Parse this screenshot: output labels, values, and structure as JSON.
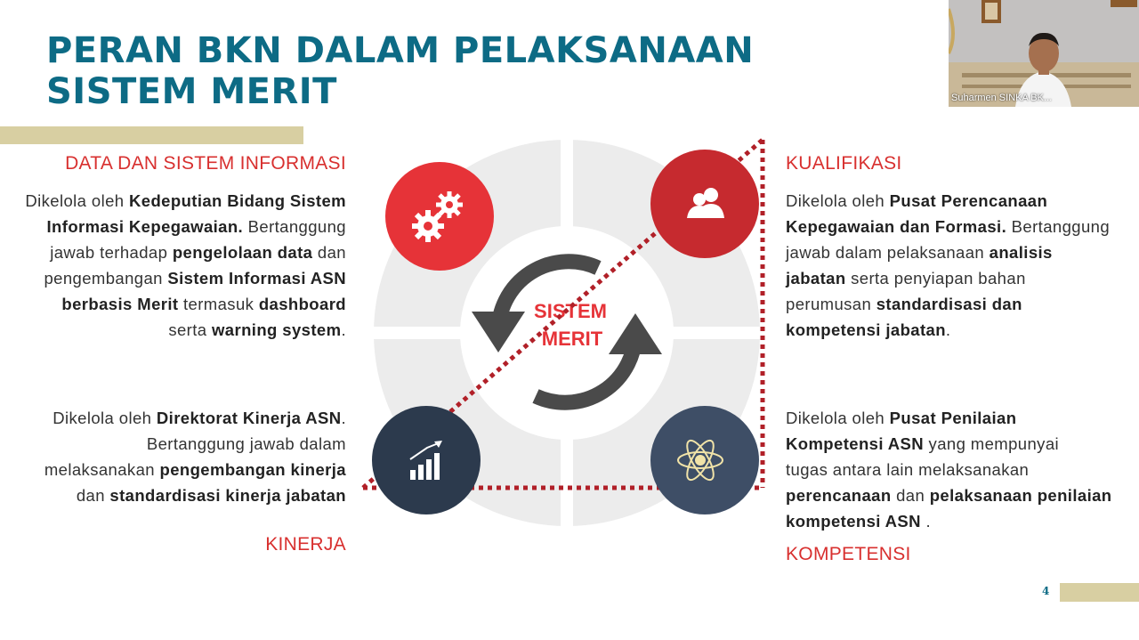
{
  "slide": {
    "title_line1": "PERAN BKN DALAM PELAKSANAAN",
    "title_line2": "SISTEM MERIT",
    "page_number": "4",
    "center_label_line1": "SISTEM",
    "center_label_line2": "MERIT"
  },
  "sections": {
    "data_sistem_informasi": {
      "heading": "DATA DAN SISTEM INFORMASI",
      "lines": [
        [
          {
            "t": "Dikelola oleh ",
            "b": false
          },
          {
            "t": "Kedeputian Bidang Sistem",
            "b": true
          }
        ],
        [
          {
            "t": "Informasi Kepegawaian.",
            "b": true
          },
          {
            "t": " Bertanggung",
            "b": false
          }
        ],
        [
          {
            "t": "jawab terhadap ",
            "b": false
          },
          {
            "t": "pengelolaan data",
            "b": true
          },
          {
            "t": " dan",
            "b": false
          }
        ],
        [
          {
            "t": "pengembangan ",
            "b": false
          },
          {
            "t": "Sistem Informasi ASN",
            "b": true
          }
        ],
        [
          {
            "t": "berbasis Merit",
            "b": true
          },
          {
            "t": " termasuk ",
            "b": false
          },
          {
            "t": "dashboard",
            "b": true
          }
        ],
        [
          {
            "t": "serta ",
            "b": false
          },
          {
            "t": "warning system",
            "b": true
          },
          {
            "t": ".",
            "b": false
          }
        ]
      ]
    },
    "kualifikasi": {
      "heading": "KUALIFIKASI",
      "lines": [
        [
          {
            "t": "Dikelola oleh ",
            "b": false
          },
          {
            "t": "Pusat Perencanaan",
            "b": true
          }
        ],
        [
          {
            "t": "Kepegawaian dan Formasi.",
            "b": true
          },
          {
            "t": " Bertanggung",
            "b": false
          }
        ],
        [
          {
            "t": "jawab dalam pelaksanaan ",
            "b": false
          },
          {
            "t": "analisis",
            "b": true
          }
        ],
        [
          {
            "t": "jabatan",
            "b": true
          },
          {
            "t": " serta penyiapan bahan",
            "b": false
          }
        ],
        [
          {
            "t": "perumusan ",
            "b": false
          },
          {
            "t": "standardisasi dan",
            "b": true
          }
        ],
        [
          {
            "t": "kompetensi jabatan",
            "b": true
          },
          {
            "t": ".",
            "b": false
          }
        ]
      ]
    },
    "kinerja": {
      "heading": "KINERJA",
      "lines": [
        [
          {
            "t": "Dikelola oleh ",
            "b": false
          },
          {
            "t": "Direktorat Kinerja ASN",
            "b": true
          },
          {
            "t": ".",
            "b": false
          }
        ],
        [
          {
            "t": "Bertanggung jawab dalam",
            "b": false
          }
        ],
        [
          {
            "t": "melaksanakan ",
            "b": false
          },
          {
            "t": "pengembangan kinerja",
            "b": true
          }
        ],
        [
          {
            "t": "dan ",
            "b": false
          },
          {
            "t": "standardisasi kinerja jabatan",
            "b": true
          }
        ]
      ]
    },
    "kompetensi": {
      "heading": "KOMPETENSI",
      "lines": [
        [
          {
            "t": "Dikelola oleh ",
            "b": false
          },
          {
            "t": "Pusat Penilaian",
            "b": true
          }
        ],
        [
          {
            "t": "Kompetensi ASN",
            "b": true
          },
          {
            "t": " yang mempunyai",
            "b": false
          }
        ],
        [
          {
            "t": "tugas antara lain melaksanakan",
            "b": false
          }
        ],
        [
          {
            "t": "perencanaan",
            "b": true
          },
          {
            "t": " dan ",
            "b": false
          },
          {
            "t": "pelaksanaan penilaian",
            "b": true
          }
        ],
        [
          {
            "t": "kompetensi ASN",
            "b": true
          },
          {
            "t": " .",
            "b": false
          }
        ]
      ]
    }
  },
  "icons": {
    "top_left": "gears-icon",
    "top_right": "people-icon",
    "bottom_left": "growth-chart-icon",
    "bottom_right": "atom-icon",
    "center": "cycle-arrows-icon"
  },
  "colors": {
    "title": "#0d6b85",
    "heading_red": "#d8302f",
    "gold_bar": "#d8cfa2",
    "circle_red": "#e63338",
    "circle_dark_red": "#c62a2f",
    "circle_navy": "#2c3a4d",
    "circle_slate": "#3e4e66",
    "dotted_line": "#b12028"
  },
  "webcam": {
    "participant_label": "Suharmen SINKA BK..."
  }
}
